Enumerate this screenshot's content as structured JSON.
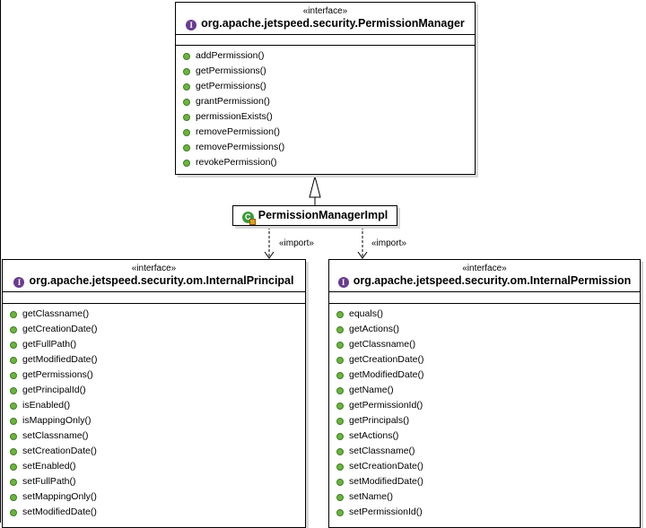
{
  "permission_manager": {
    "stereotype": "«interface»",
    "badge": "I",
    "name": "org.apache.jetspeed.security.PermissionManager",
    "methods": [
      "addPermission()",
      "getPermissions()",
      "getPermissions()",
      "grantPermission()",
      "permissionExists()",
      "removePermission()",
      "removePermissions()",
      "revokePermission()"
    ]
  },
  "impl": {
    "name": "PermissionManagerImpl"
  },
  "relations": {
    "import_left": "«import»",
    "import_right": "«import»"
  },
  "internal_principal": {
    "stereotype": "«interface»",
    "badge": "I",
    "name": "org.apache.jetspeed.security.om.InternalPrincipal",
    "methods": [
      "getClassname()",
      "getCreationDate()",
      "getFullPath()",
      "getModifiedDate()",
      "getPermissions()",
      "getPrincipalId()",
      "isEnabled()",
      "isMappingOnly()",
      "setClassname()",
      "setCreationDate()",
      "setEnabled()",
      "setFullPath()",
      "setMappingOnly()",
      "setModifiedDate()"
    ]
  },
  "internal_permission": {
    "stereotype": "«interface»",
    "badge": "I",
    "name": "org.apache.jetspeed.security.om.InternalPermission",
    "methods": [
      "equals()",
      "getActions()",
      "getClassname()",
      "getCreationDate()",
      "getModifiedDate()",
      "getName()",
      "getPermissionId()",
      "getPrincipals()",
      "setActions()",
      "setClassname()",
      "setCreationDate()",
      "setModifiedDate()",
      "setName()",
      "setPermissionId()"
    ]
  }
}
